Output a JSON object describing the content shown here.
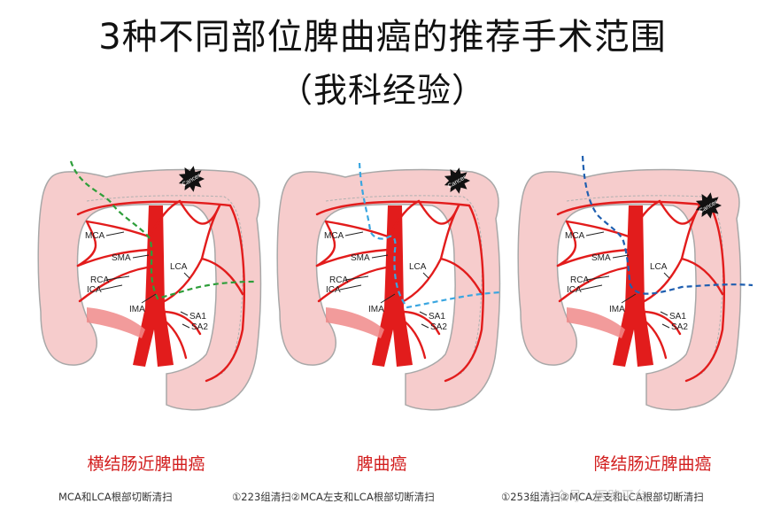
{
  "title": {
    "line1": "3种不同部位脾曲癌的推荐手术范围",
    "line2": "（我科经验）"
  },
  "labels": {
    "mca": "MCA",
    "sma": "SMA",
    "rca": "RCA",
    "ica": "ICA",
    "lca": "LCA",
    "ima": "IMA",
    "sa1": "SA1",
    "sa2": "SA2",
    "cancer": "Cancer"
  },
  "panels": [
    {
      "caption": "横结肠近脾曲癌",
      "note": "MCA和LCA根部切断清扫",
      "line_color": "#2e9e3a"
    },
    {
      "caption": "脾曲癌",
      "note": "①223组清扫②MCA左支和LCA根部切断清扫",
      "line_color": "#3aa6e0"
    },
    {
      "caption": "降结肠近脾曲癌",
      "note": "①253组清扫②MCA左支和LCA根部切断清扫",
      "line_color": "#1f5fb0"
    }
  ],
  "watermark": "公众号 · 医路平台",
  "colors": {
    "colon_fill": "#f6cccc",
    "colon_edge": "#a8a8a8",
    "vessel": "#e21c1c",
    "tumor": "#111111"
  }
}
